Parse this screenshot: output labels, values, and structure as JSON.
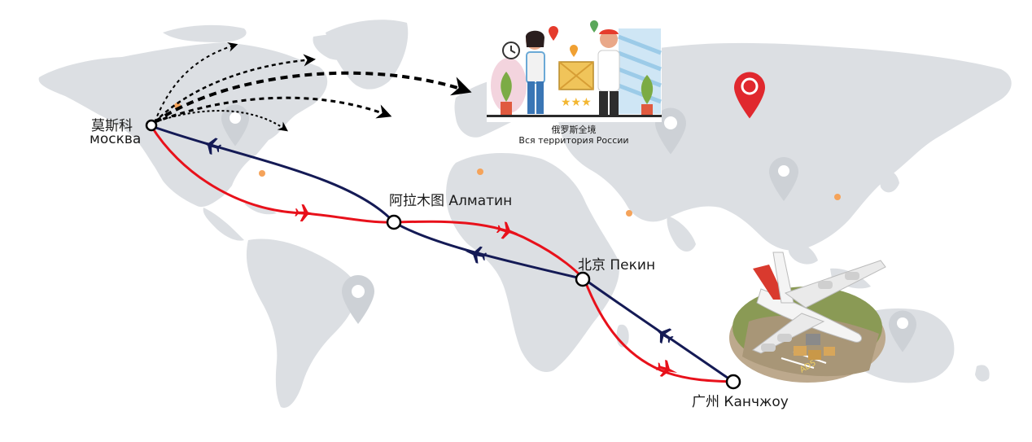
{
  "cities": {
    "moscow": {
      "zh": "莫斯科",
      "ru": "москва"
    },
    "almaty": {
      "label": "阿拉木图 Алматин"
    },
    "beijing": {
      "label": "北京 Пекин"
    },
    "guangzhou": {
      "label": "广州 Канчжоу"
    }
  },
  "banner": {
    "zh": "俄罗斯全境",
    "ru": "Вся территория России"
  },
  "colors": {
    "route_red": "#e8111b",
    "route_navy": "#141a55",
    "land": "#dcdfe3",
    "pin_red": "#e0282e"
  },
  "icons": [
    "location-pin-icon",
    "airplane-icon",
    "warehouse-delivery-illustration",
    "cargo-airplane-illustration"
  ]
}
